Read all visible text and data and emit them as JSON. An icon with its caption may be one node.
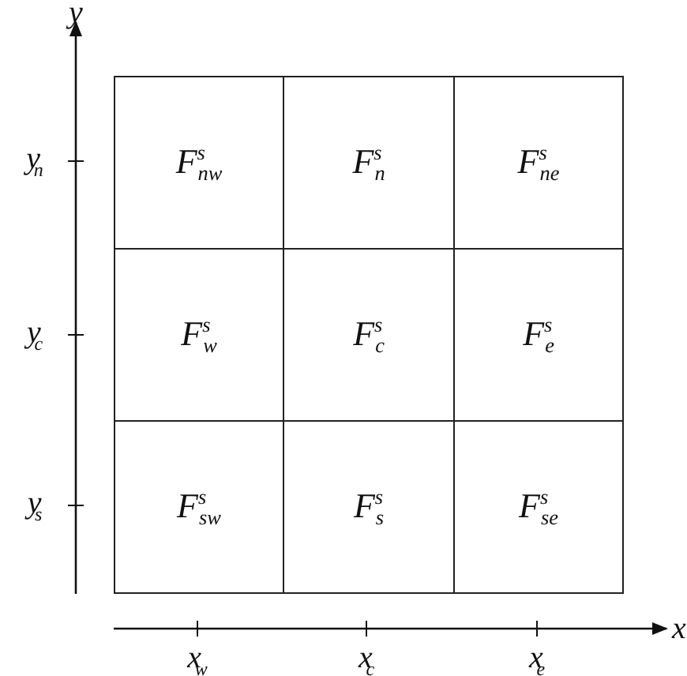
{
  "diagram": {
    "nodes": [
      {
        "text": [
          "F$^{s}$$_{nw}$"
        ]
      },
      {
        "text": [
          "F$^{s}$$_{n}$"
        ]
      },
      {
        "text": [
          "F$^{s}$$_{ne}$"
        ]
      },
      {
        "text": [
          "F$^{s}$$_{w}$"
        ]
      },
      {
        "text": [
          "F$^{s}$$_{c}$"
        ]
      },
      {
        "text": [
          "F$^{s}$$_{e}$"
        ]
      },
      {
        "text": [
          "F$^{s}$$_{sw}$"
        ]
      },
      {
        "text": [
          "F$^{s}$$_{s}$"
        ]
      },
      {
        "text": [
          "F$^{s}$$_{se}$"
        ]
      }
    ],
    "labels": [
      "y",
      "y$_{n}$",
      "y$_{c}$",
      "y$_{s}$",
      "x$_{w}$",
      "x$_{c}$",
      "x$_{e}$",
      "x"
    ]
  }
}
